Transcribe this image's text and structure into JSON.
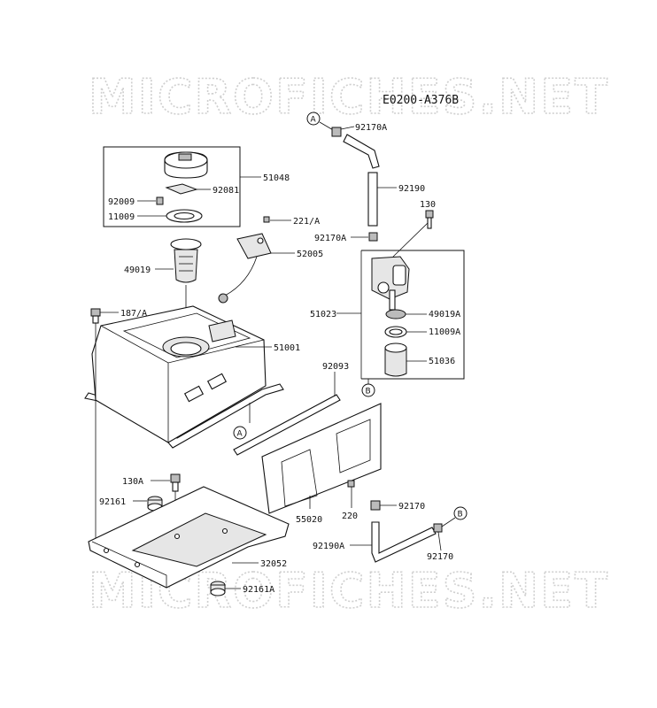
{
  "diagram_code": "E0200-A376B",
  "watermark": "MICROFICHES.NET",
  "callouts": {
    "a": "A",
    "b": "B"
  },
  "parts": {
    "p92170A_top": "92170A",
    "p92190": "92190",
    "p130_top": "130",
    "p92170A_mid": "92170A",
    "p51048": "51048",
    "p92081": "92081",
    "p92009": "92009",
    "p11009": "11009",
    "p221A": "221/A",
    "p52005": "52005",
    "p49019": "49019",
    "p51023": "51023",
    "p49019A": "49019A",
    "p11009A": "11009A",
    "p51036": "51036",
    "p187A": "187/A",
    "p51001": "51001",
    "p92093": "92093",
    "p130A": "130A",
    "p92161": "92161",
    "p55020": "55020",
    "p220": "220",
    "p92170_r": "92170",
    "p92190A": "92190A",
    "p92170_b": "92170",
    "p32052": "32052",
    "p92161A": "92161A"
  }
}
